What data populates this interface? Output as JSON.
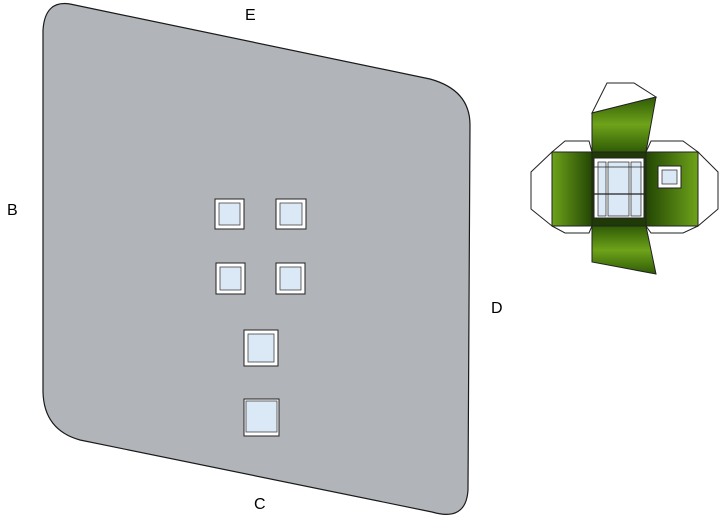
{
  "labels": {
    "top": "E",
    "left": "B",
    "right": "D",
    "bottom": "C"
  },
  "colors": {
    "panel_fill": "#b1b5b9",
    "panel_stroke": "#1a1a1a",
    "window_glass": "#dbe9f7",
    "window_frame": "#ffffff",
    "net_green_dark": "#2f5b06",
    "net_green_light": "#6ea31a",
    "net_white": "#ffffff"
  }
}
